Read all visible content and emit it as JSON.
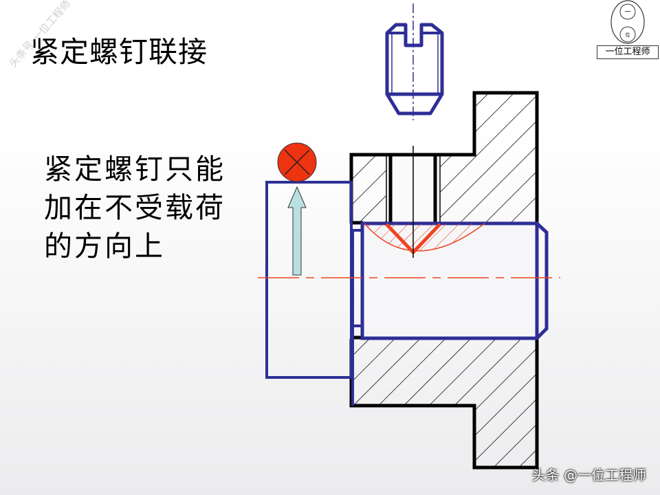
{
  "slide": {
    "title": "紧定螺钉联接",
    "body_lines": [
      "紧定螺钉只能",
      "加在不受载荷",
      "的方向上"
    ],
    "watermark": "头条号:一位工程师",
    "logo_text": "一位工程师",
    "logo_circle_top": "一",
    "logo_circle_bottom": "位",
    "footer": "头条 @一位工程师"
  },
  "colors": {
    "part_outline": "#2e2e96",
    "housing": "#000000",
    "highlight": "#ee4422",
    "load_marker": "#ee3311",
    "arrow": "#b8e0e0"
  }
}
